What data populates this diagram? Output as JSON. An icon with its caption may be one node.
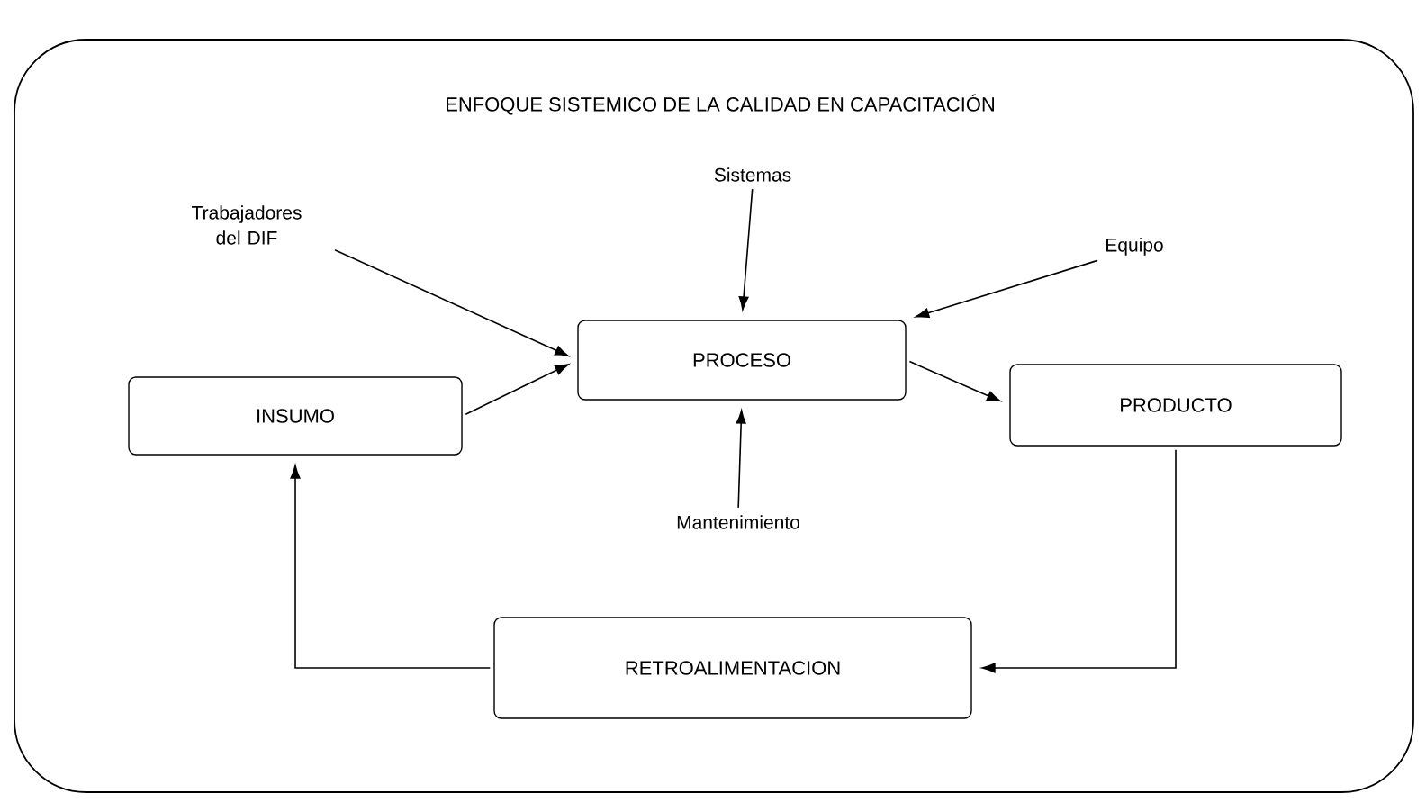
{
  "diagram": {
    "title": "ENFOQUE SISTEMICO DE LA CALIDAD EN CAPACITACIÓN",
    "nodes": [
      {
        "text": [
          "Trabajadores del DIF"
        ]
      },
      {
        "text": [
          "Sistemas"
        ]
      },
      {
        "text": [
          "Equipo"
        ]
      },
      {
        "text": [
          "INSUMO"
        ]
      },
      {
        "text": [
          "PROCESO"
        ]
      },
      {
        "text": [
          "PRODUCTO"
        ]
      },
      {
        "text": [
          "Mantenimiento"
        ]
      },
      {
        "text": [
          "RETROALIMENTACION"
        ]
      }
    ],
    "edges": [
      {
        "from": 0,
        "to": 4,
        "arrow": "to"
      },
      {
        "from": 1,
        "to": 4,
        "arrow": "to"
      },
      {
        "from": 2,
        "to": 4,
        "arrow": "to"
      },
      {
        "from": 3,
        "to": 4,
        "arrow": "to"
      },
      {
        "from": 4,
        "to": 5,
        "arrow": "to"
      },
      {
        "from": 6,
        "to": 4,
        "arrow": "to"
      },
      {
        "from": 5,
        "to": 7,
        "arrow": "to"
      },
      {
        "from": 7,
        "to": 3,
        "arrow": "to"
      }
    ]
  }
}
